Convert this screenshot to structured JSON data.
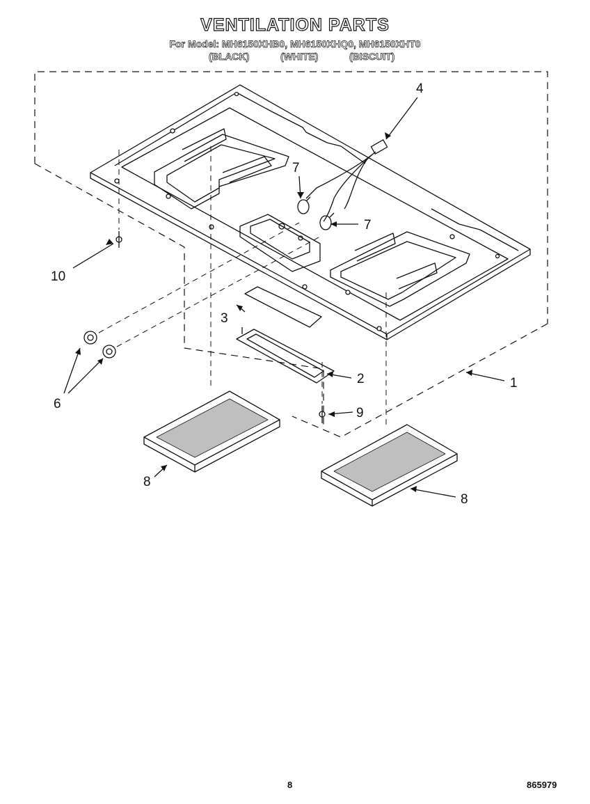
{
  "header": {
    "title": "VENTILATION PARTS",
    "models": "For Model: MH6150XHB0, MH6150XHQ0, MH6150XHT0",
    "colors": [
      "(BLACK)",
      "(WHITE)",
      "(BISCUIT)"
    ]
  },
  "callouts": {
    "c1": "1",
    "c2": "2",
    "c3": "3",
    "c4": "4",
    "c6": "6",
    "c7a": "7",
    "c7b": "7",
    "c8a": "8",
    "c8b": "8",
    "c9": "9",
    "c10": "10"
  },
  "footer": {
    "page": "8",
    "docnum": "865979"
  }
}
